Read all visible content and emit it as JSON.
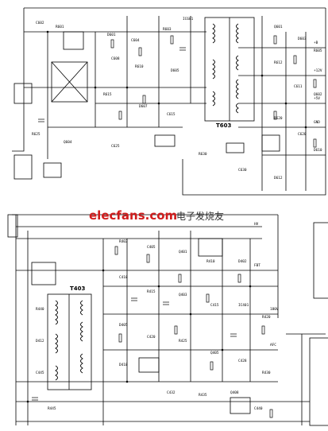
{
  "transformer_labels": {
    "top": "T603",
    "bottom": "T403"
  },
  "watermark": {
    "site": "elecfans.com",
    "tagline": "电子发烧友",
    "logo_color": "#d11c1c"
  },
  "component_labels": [
    "C602",
    "R601",
    "D601",
    "C604",
    "R603",
    "IC601",
    "Q601",
    "D603",
    "R605",
    "C608",
    "R610",
    "D605",
    "R612",
    "C611",
    "Q602",
    "R615",
    "D607",
    "C615",
    "R620",
    "C620",
    "D610",
    "R625",
    "Q604",
    "C625",
    "R630",
    "C630",
    "D612",
    "R402",
    "C405",
    "Q401",
    "R410",
    "D402",
    "C410",
    "R415",
    "Q403",
    "C415",
    "IC401",
    "R420",
    "D405",
    "C420",
    "R425",
    "Q405",
    "C428",
    "R430",
    "D410",
    "C432",
    "R435",
    "Q408",
    "C440",
    "R440",
    "D412",
    "C445",
    "R445"
  ],
  "net_labels": [
    "+B",
    "+12V",
    "+5V",
    "GND",
    "HV",
    "FBT",
    "180V",
    "AFC"
  ]
}
